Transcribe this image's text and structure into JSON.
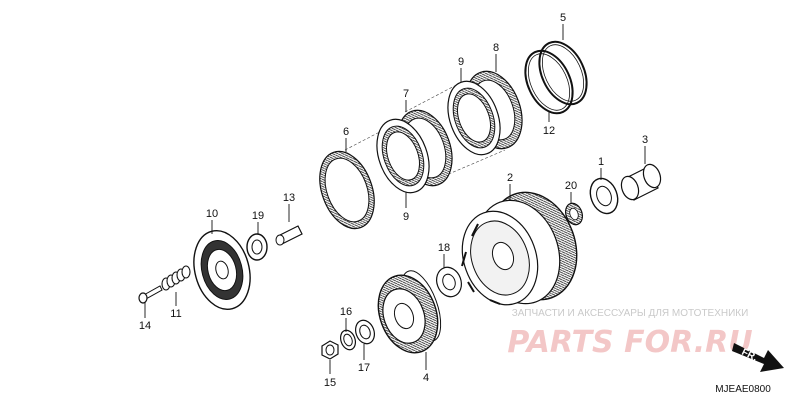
{
  "diagram": {
    "code": "MJEAE0800",
    "direction_label": "FR.",
    "watermark": {
      "caption": "ЗАПЧАСТИ И АКСЕССУАРЫ ДЛЯ МОТОТЕХНИКИ",
      "logo": "PARTS FOR.RU"
    },
    "callouts": [
      {
        "id": "1",
        "label": "1"
      },
      {
        "id": "2",
        "label": "2"
      },
      {
        "id": "3",
        "label": "3"
      },
      {
        "id": "4",
        "label": "4"
      },
      {
        "id": "5",
        "label": "5"
      },
      {
        "id": "6",
        "label": "6"
      },
      {
        "id": "7",
        "label": "7"
      },
      {
        "id": "8",
        "label": "8"
      },
      {
        "id": "9a",
        "label": "9"
      },
      {
        "id": "9b",
        "label": "9"
      },
      {
        "id": "10",
        "label": "10"
      },
      {
        "id": "11",
        "label": "11"
      },
      {
        "id": "12",
        "label": "12"
      },
      {
        "id": "13",
        "label": "13"
      },
      {
        "id": "14",
        "label": "14"
      },
      {
        "id": "15",
        "label": "15"
      },
      {
        "id": "16",
        "label": "16"
      },
      {
        "id": "17",
        "label": "17"
      },
      {
        "id": "18",
        "label": "18"
      },
      {
        "id": "19",
        "label": "19"
      },
      {
        "id": "20",
        "label": "20"
      }
    ]
  }
}
